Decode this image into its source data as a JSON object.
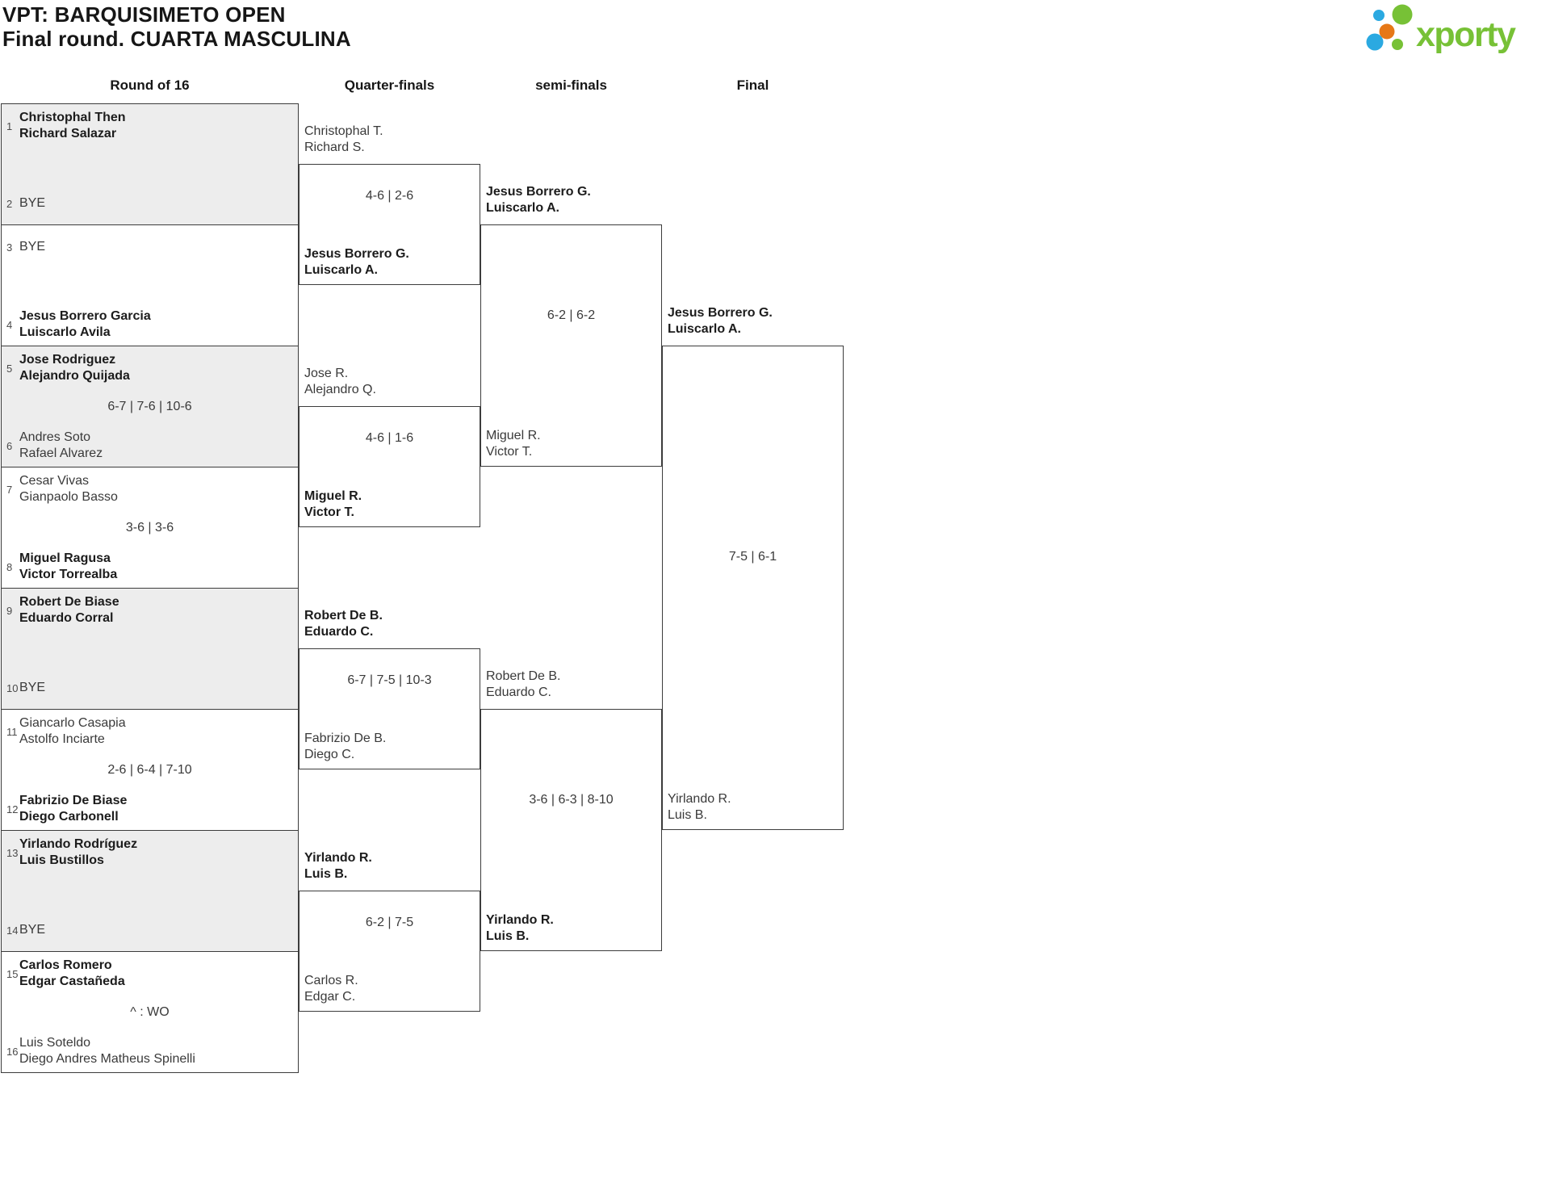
{
  "header": {
    "title_line1": "VPT: BARQUISIMETO OPEN",
    "title_line2": "Final round. CUARTA MASCULINA",
    "logo_text": "xporty"
  },
  "columns": [
    "Round of 16",
    "Quarter-finals",
    "semi-finals",
    "Final"
  ],
  "colors": {
    "brand_green": "#77c136",
    "brand_blue": "#2ba9e1",
    "brand_orange": "#e67817",
    "box_gray": "#ededed",
    "line": "#3c3c3c"
  },
  "r16": [
    {
      "s1": "1",
      "t1a": "Christophal Then",
      "t1b": "Richard Salazar",
      "w1": true,
      "s2": "2",
      "t2a": "BYE",
      "t2b": "",
      "w2": false,
      "score": ""
    },
    {
      "s1": "3",
      "t1a": "BYE",
      "t1b": "",
      "w1": false,
      "s2": "4",
      "t2a": "Jesus Borrero Garcia",
      "t2b": "Luiscarlo Avila",
      "w2": true,
      "score": ""
    },
    {
      "s1": "5",
      "t1a": "Jose Rodriguez",
      "t1b": "Alejandro Quijada",
      "w1": true,
      "s2": "6",
      "t2a": "Andres Soto",
      "t2b": "Rafael Alvarez",
      "w2": false,
      "score": "6-7 | 7-6 | 10-6"
    },
    {
      "s1": "7",
      "t1a": "Cesar Vivas",
      "t1b": "Gianpaolo Basso",
      "w1": false,
      "s2": "8",
      "t2a": "Miguel Ragusa",
      "t2b": "Victor Torrealba",
      "w2": true,
      "score": "3-6 | 3-6"
    },
    {
      "s1": "9",
      "t1a": "Robert De Biase",
      "t1b": "Eduardo Corral",
      "w1": true,
      "s2": "10",
      "t2a": "BYE",
      "t2b": "",
      "w2": false,
      "score": ""
    },
    {
      "s1": "11",
      "t1a": "Giancarlo Casapia",
      "t1b": "Astolfo Inciarte",
      "w1": false,
      "s2": "12",
      "t2a": "Fabrizio De Biase",
      "t2b": "Diego Carbonell",
      "w2": true,
      "score": "2-6 | 6-4 | 7-10"
    },
    {
      "s1": "13",
      "t1a": "Yirlando Rodríguez",
      "t1b": "Luis Bustillos",
      "w1": true,
      "s2": "14",
      "t2a": "BYE",
      "t2b": "",
      "w2": false,
      "score": ""
    },
    {
      "s1": "15",
      "t1a": "Carlos Romero",
      "t1b": "Edgar Castañeda",
      "w1": true,
      "s2": "16",
      "t2a": "Luis Soteldo",
      "t2b": "Diego Andres Matheus Spinelli",
      "w2": false,
      "score": "^ : WO"
    }
  ],
  "qf": [
    {
      "t1a": "Christophal T.",
      "t1b": "Richard S.",
      "w1": false,
      "t2a": "Jesus Borrero G.",
      "t2b": "Luiscarlo A.",
      "w2": true,
      "score": "4-6 | 2-6"
    },
    {
      "t1a": "Jose R.",
      "t1b": "Alejandro Q.",
      "w1": false,
      "t2a": "Miguel R.",
      "t2b": "Victor T.",
      "w2": true,
      "score": "4-6 | 1-6"
    },
    {
      "t1a": "Robert De B.",
      "t1b": "Eduardo C.",
      "w1": true,
      "t2a": "Fabrizio De B.",
      "t2b": "Diego C.",
      "w2": false,
      "score": "6-7 | 7-5 | 10-3"
    },
    {
      "t1a": "Yirlando R.",
      "t1b": "Luis B.",
      "w1": true,
      "t2a": "Carlos R.",
      "t2b": "Edgar C.",
      "w2": false,
      "score": "6-2 | 7-5"
    }
  ],
  "sf": [
    {
      "t1a": "Jesus Borrero G.",
      "t1b": "Luiscarlo A.",
      "w1": true,
      "t2a": "Miguel R.",
      "t2b": "Victor T.",
      "w2": false,
      "score": "6-2 | 6-2"
    },
    {
      "t1a": "Robert De B.",
      "t1b": "Eduardo C.",
      "w1": false,
      "t2a": "Yirlando R.",
      "t2b": "Luis B.",
      "w2": true,
      "score": "3-6 | 6-3 | 8-10"
    }
  ],
  "final": {
    "t1a": "Jesus Borrero G.",
    "t1b": "Luiscarlo A.",
    "w1": true,
    "t2a": "Yirlando R.",
    "t2b": "Luis B.",
    "w2": false,
    "score": "7-5 | 6-1"
  }
}
